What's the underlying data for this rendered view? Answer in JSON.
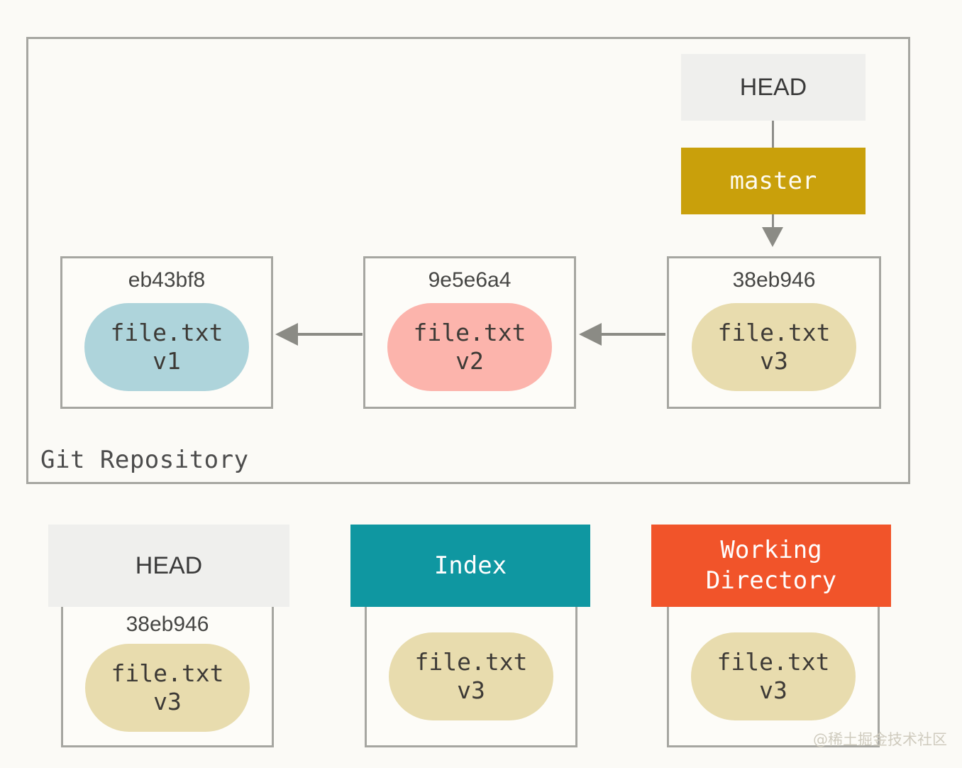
{
  "diagram": {
    "title": "Git three trees diagram",
    "background_color": "#fbfaf6",
    "border_color": "#a6a6a1",
    "arrow_color": "#8b8b85"
  },
  "repository": {
    "label": "Git Repository",
    "head_ref": {
      "label": "HEAD",
      "background": "#efefed"
    },
    "branch_ref": {
      "label": "master",
      "background": "#c9a00b",
      "text_color": "#fdfbf0"
    },
    "commits": [
      {
        "hash": "eb43bf8",
        "file_name": "file.txt",
        "version": "v1",
        "blob_color": "#aed4db"
      },
      {
        "hash": "9e5e6a4",
        "file_name": "file.txt",
        "version": "v2",
        "blob_color": "#fcb4ac"
      },
      {
        "hash": "38eb946",
        "file_name": "file.txt",
        "version": "v3",
        "blob_color": "#e8dcae"
      }
    ]
  },
  "areas": [
    {
      "name": "HEAD",
      "header_label": "HEAD",
      "header_background": "#efefed",
      "header_text_color": "#3a3a3a",
      "hash": "38eb946",
      "file_name": "file.txt",
      "version": "v3",
      "blob_color": "#e8dcae"
    },
    {
      "name": "Index",
      "header_label": "Index",
      "header_background": "#0f97a1",
      "header_text_color": "#fefefe",
      "hash": "",
      "file_name": "file.txt",
      "version": "v3",
      "blob_color": "#e8dcae"
    },
    {
      "name": "Working Directory",
      "header_label_line1": "Working",
      "header_label_line2": "Directory",
      "header_background": "#f1542a",
      "header_text_color": "#fefefe",
      "hash": "",
      "file_name": "file.txt",
      "version": "v3",
      "blob_color": "#e8dcae"
    }
  ],
  "watermark": {
    "text": "@稀土掘金技术社区"
  }
}
